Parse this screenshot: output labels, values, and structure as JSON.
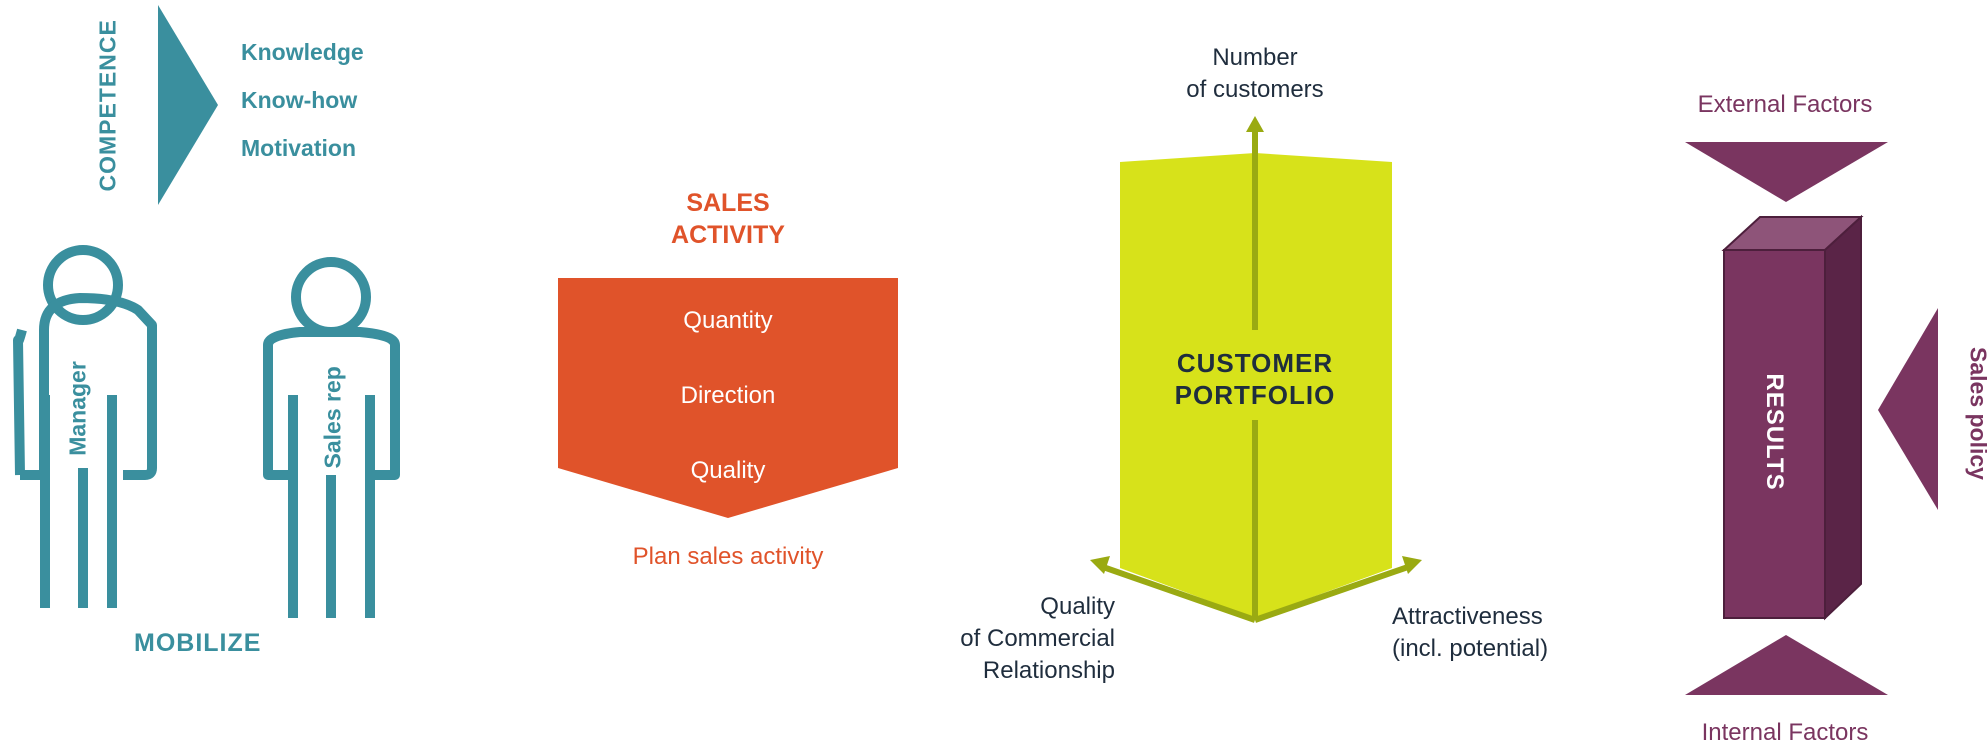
{
  "competence": {
    "title": "COMPETENCE",
    "items": [
      "Knowledge",
      "Know-how",
      "Motivation"
    ]
  },
  "people": {
    "manager": "Manager",
    "sales_rep": "Sales rep",
    "mobilize": "MOBILIZE"
  },
  "sales_activity": {
    "title_line1": "SALES",
    "title_line2": "ACTIVITY",
    "items": [
      "Quantity",
      "Direction",
      "Quality"
    ],
    "caption": "Plan sales activity"
  },
  "portfolio": {
    "top_label_line1": "Number",
    "top_label_line2": "of customers",
    "title_line1": "CUSTOMER",
    "title_line2": "PORTFOLIO",
    "left_label_line1": "Quality",
    "left_label_line2": "of Commercial",
    "left_label_line3": "Relationship",
    "right_label_line1": "Attractiveness",
    "right_label_line2": "(incl. potential)"
  },
  "results": {
    "external": "External Factors",
    "internal": "Internal Factors",
    "sales_policy": "Sales policy",
    "title": "RESULTS"
  },
  "colors": {
    "teal": "#3a8f9e",
    "orange": "#e0532a",
    "lime": "#d7e21a",
    "olive": "#9aaa12",
    "plum": "#7a3560",
    "navy": "#1f2d3d"
  }
}
